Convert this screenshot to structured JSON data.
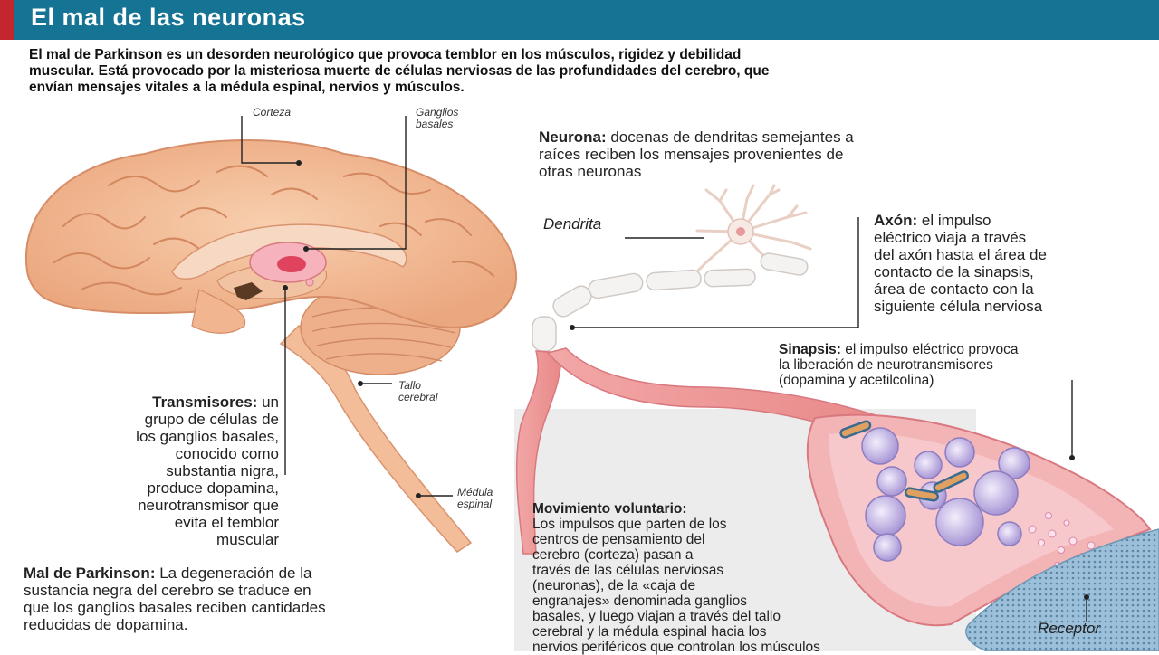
{
  "header": {
    "title": "El mal de las neuronas",
    "title_bg": "#157394",
    "accent_color": "#c4262e"
  },
  "intro": {
    "lines": [
      "El mal de Parkinson es un desorden neurológico que provoca temblor en los músculos, rigidez y debilidad",
      "muscular. Está provocado por la misteriosa muerte de células nerviosas de las profundidades del cerebro, que",
      "envían mensajes vitales a la médula espinal, nervios y músculos."
    ]
  },
  "brain_labels": {
    "corteza": "Corteza",
    "ganglios": [
      "Ganglios",
      "basales"
    ],
    "tallo": [
      "Tallo",
      "cerebral"
    ],
    "medula": [
      "Médula",
      "espinal"
    ]
  },
  "neuron_labels": {
    "dendrita": "Dendrita",
    "receptor": "Receptor"
  },
  "neurona": {
    "term": "Neurona:",
    "lines": [
      " docenas de dendritas semejantes a",
      "raíces reciben los mensajes provenientes de",
      "otras neuronas"
    ]
  },
  "axon": {
    "term": "Axón:",
    "lines": [
      " el impulso",
      "eléctrico viaja a través",
      "del axón hasta el área de",
      "contacto de la sinapsis,",
      "área de contacto con la",
      "siguiente célula nerviosa"
    ]
  },
  "sinapsis": {
    "term": "Sinapsis:",
    "lines": [
      " el impulso eléctrico provoca",
      "la liberación de neurotransmisores",
      "(dopamina y acetilcolina)"
    ]
  },
  "transmisores": {
    "term": "Transmisores:",
    "lines": [
      " un",
      "grupo de células de",
      "los ganglios basales,",
      "conocido como",
      "substantia nigra,",
      "produce dopamina,",
      "neurotransmisor que",
      "evita el temblor",
      "muscular"
    ]
  },
  "parkinson": {
    "term": "Mal de Parkinson:",
    "lines": [
      " La degeneración de la",
      "sustancia negra del cerebro se traduce en",
      "que los ganglios basales reciben cantidades",
      "reducidas de dopamina."
    ]
  },
  "movimiento": {
    "term": "Movimiento voluntario:",
    "lines": [
      "Los impulsos que parten de los",
      "centros de pensamiento del",
      "cerebro (corteza) pasan a",
      "través de las células nerviosas",
      "(neuronas), de la «caja de",
      "engranajes» denominada ganglios",
      "basales, y luego viajan a través del tallo",
      "cerebral y la médula espinal hacia los",
      "nervios periféricos que controlan los músculos"
    ]
  },
  "colors": {
    "brain": "#f2b48c",
    "brain_dark": "#d98c66",
    "axon_pink": "#ef9fa0",
    "vesicle": "#b9a8d8",
    "receptor": "#8fb7d2"
  }
}
